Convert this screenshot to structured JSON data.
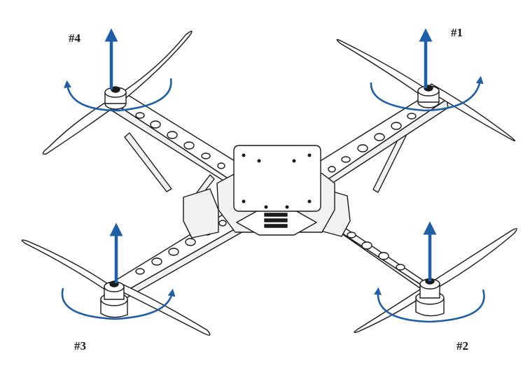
{
  "motors": [
    {
      "id": "m4",
      "label": "#4",
      "rotation": "clockwise"
    },
    {
      "id": "m1",
      "label": "#1",
      "rotation": "counter-clockwise"
    },
    {
      "id": "m3",
      "label": "#3",
      "rotation": "counter-clockwise"
    },
    {
      "id": "m2",
      "label": "#2",
      "rotation": "clockwise"
    }
  ],
  "colors": {
    "arrow": "#1f5fa8",
    "line": "#1a1a1a",
    "frame_fill": "#ffffff",
    "frame_shade": "#f2f2f2",
    "background": "#ffffff"
  }
}
